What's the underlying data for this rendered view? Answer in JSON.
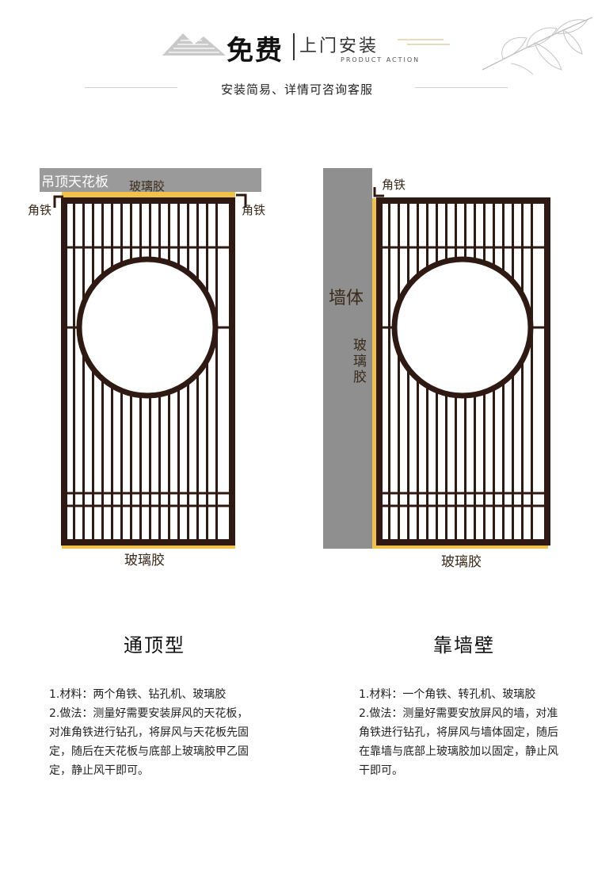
{
  "header": {
    "brand_big": "免费",
    "brand_sub": "上门安装",
    "brand_en": "PRODUCT ACTION",
    "subtitle": "安装简易、详情可咨询客服"
  },
  "left_diagram": {
    "ceiling_label": "吊顶天花板",
    "glue_top": "玻璃胶",
    "bracket_left": "角铁",
    "bracket_right": "角铁",
    "glue_bottom": "玻璃胶",
    "title": "通顶型",
    "desc_1": "1.材料：两个角铁、钻孔机、玻璃胶",
    "desc_2": "2.做法：测量好需要安装屏风的天花板，对准角铁进行钻孔，将屏风与天花板先固定，随后在天花板与底部上玻璃胶甲乙固定，静止风干即可。"
  },
  "right_diagram": {
    "bracket": "角铁",
    "wall_label": "墙体",
    "glue_side": "玻璃胶",
    "glue_bottom": "玻璃胶",
    "title": "靠墙壁",
    "desc_1": "1.材料：一个角铁、转孔机、玻璃胶",
    "desc_2": "2.做法：测量好需要安放屏风的墙，对准角铁进行钻孔，将屏风与墙体固定，随后在靠墙与底部上玻璃胶加以固定，静止风干即可。"
  },
  "colors": {
    "frame": "#2e1a12",
    "glue": "#f0c24a",
    "ceiling": "#9a9a9a",
    "wall": "#8f8f8f"
  }
}
